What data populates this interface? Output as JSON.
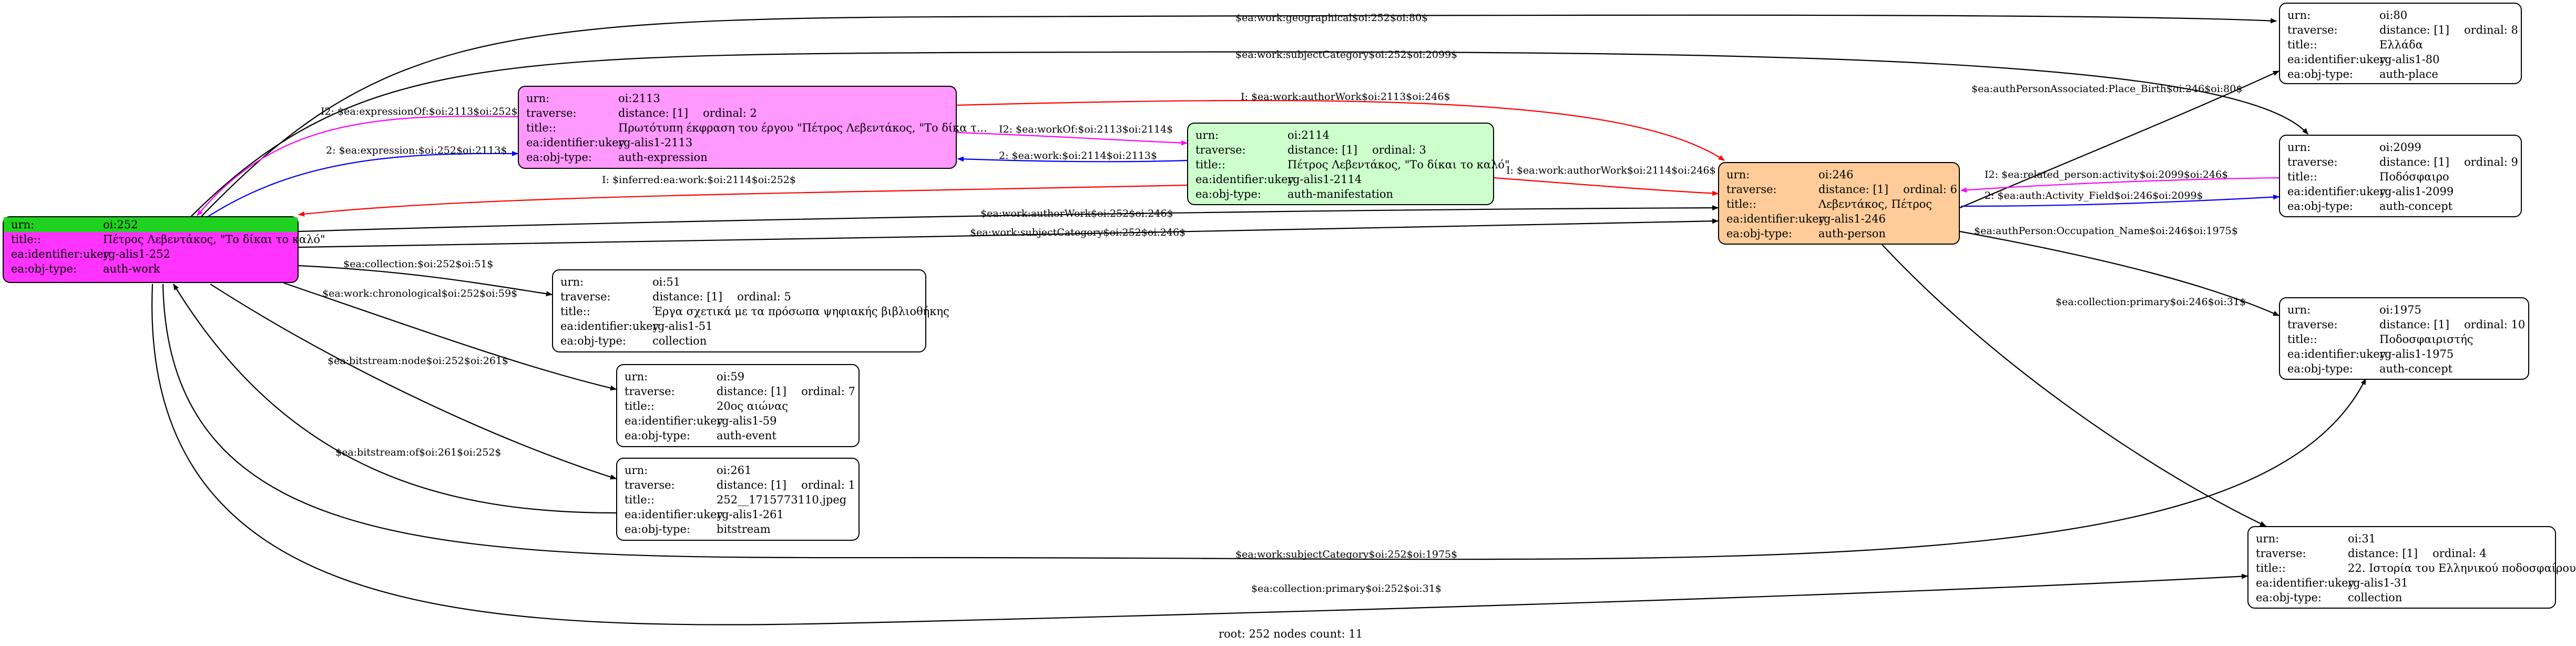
{
  "colors": {
    "root_fill": "#ff33ff",
    "root_header": "#1fd21f",
    "expression_fill": "#ff99ff",
    "manifestation_fill": "#ccffcc",
    "person_fill": "#ffcc99",
    "default_fill": "#ffffff",
    "edge_black": "#000000",
    "edge_red": "#ff0000",
    "edge_blue": "#0000ff",
    "edge_magenta": "#ff00ff"
  },
  "nodes": {
    "n252": {
      "urn_label": "urn:",
      "urn": "oi:252",
      "title_label": "title::",
      "title": "Πέτρος Λεβεντάκος, \"Το δίκαι το καλό\"",
      "ukey_label": "ea:identifier:ukey",
      "ukey": "rg-alis1-252",
      "type_label": "ea:obj-type:",
      "type": "auth-work"
    },
    "n2113": {
      "urn_label": "urn:",
      "urn": "oi:2113",
      "traverse_label": "traverse:",
      "distance": "distance: [1]",
      "ordinal": "ordinal: 2",
      "title_label": "title::",
      "title": "Πρωτότυπη έκφραση του έργου \"Πέτρος Λεβεντάκος, \"Το δίκα τ...",
      "ukey_label": "ea:identifier:ukey",
      "ukey": "rg-alis1-2113",
      "type_label": "ea:obj-type:",
      "type": "auth-expression"
    },
    "n2114": {
      "urn_label": "urn:",
      "urn": "oi:2114",
      "traverse_label": "traverse:",
      "distance": "distance: [1]",
      "ordinal": "ordinal: 3",
      "title_label": "title::",
      "title": "Πέτρος Λεβεντάκος, \"Το δίκαι το καλό\"",
      "ukey_label": "ea:identifier:ukey",
      "ukey": "rg-alis1-2114",
      "type_label": "ea:obj-type:",
      "type": "auth-manifestation"
    },
    "n246": {
      "urn_label": "urn:",
      "urn": "oi:246",
      "traverse_label": "traverse:",
      "distance": "distance: [1]",
      "ordinal": "ordinal: 6",
      "title_label": "title::",
      "title": "Λεβεντάκος, Πέτρος",
      "ukey_label": "ea:identifier:ukey",
      "ukey": "rg-alis1-246",
      "type_label": "ea:obj-type:",
      "type": "auth-person"
    },
    "n51": {
      "urn_label": "urn:",
      "urn": "oi:51",
      "traverse_label": "traverse:",
      "distance": "distance: [1]",
      "ordinal": "ordinal: 5",
      "title_label": "title::",
      "title": "Έργα σχετικά με τα πρόσωπα ψηφιακής βιβλιοθήκης",
      "ukey_label": "ea:identifier:ukey",
      "ukey": "rg-alis1-51",
      "type_label": "ea:obj-type:",
      "type": "collection"
    },
    "n59": {
      "urn_label": "urn:",
      "urn": "oi:59",
      "traverse_label": "traverse:",
      "distance": "distance: [1]",
      "ordinal": "ordinal: 7",
      "title_label": "title::",
      "title": "20ος αιώνας",
      "ukey_label": "ea:identifier:ukey",
      "ukey": "rg-alis1-59",
      "type_label": "ea:obj-type:",
      "type": "auth-event"
    },
    "n261": {
      "urn_label": "urn:",
      "urn": "oi:261",
      "traverse_label": "traverse:",
      "distance": "distance: [1]",
      "ordinal": "ordinal: 1",
      "title_label": "title::",
      "title": "252__1715773110.jpeg",
      "ukey_label": "ea:identifier:ukey",
      "ukey": "rg-alis1-261",
      "type_label": "ea:obj-type:",
      "type": "bitstream"
    },
    "n80": {
      "urn_label": "urn:",
      "urn": "oi:80",
      "traverse_label": "traverse:",
      "distance": "distance: [1]",
      "ordinal": "ordinal: 8",
      "title_label": "title::",
      "title": "Ελλάδα",
      "ukey_label": "ea:identifier:ukey",
      "ukey": "rg-alis1-80",
      "type_label": "ea:obj-type:",
      "type": "auth-place"
    },
    "n2099": {
      "urn_label": "urn:",
      "urn": "oi:2099",
      "traverse_label": "traverse:",
      "distance": "distance: [1]",
      "ordinal": "ordinal: 9",
      "title_label": "title::",
      "title": "Ποδόσφαιρο",
      "ukey_label": "ea:identifier:ukey",
      "ukey": "rg-alis1-2099",
      "type_label": "ea:obj-type:",
      "type": "auth-concept"
    },
    "n1975": {
      "urn_label": "urn:",
      "urn": "oi:1975",
      "traverse_label": "traverse:",
      "distance": "distance: [1]",
      "ordinal": "ordinal: 10",
      "title_label": "title::",
      "title": "Ποδοσφαιριστής",
      "ukey_label": "ea:identifier:ukey",
      "ukey": "rg-alis1-1975",
      "type_label": "ea:obj-type:",
      "type": "auth-concept"
    },
    "n31": {
      "urn_label": "urn:",
      "urn": "oi:31",
      "traverse_label": "traverse:",
      "distance": "distance: [1]",
      "ordinal": "ordinal: 4",
      "title_label": "title::",
      "title": "22. Ιστορία του Ελληνικού ποδοσφαίρου",
      "ukey_label": "ea:identifier:ukey",
      "ukey": "rg-alis1-31",
      "type_label": "ea:obj-type:",
      "type": "collection"
    }
  },
  "edges": [
    {
      "label": "$ea:work:geographical$oi:252$oi:80$",
      "color": "black"
    },
    {
      "label": "$ea:work:subjectCategory$oi:252$oi:2099$",
      "color": "black"
    },
    {
      "label": "I2: $ea:expressionOf:$oi:2113$oi:252$",
      "color": "magenta"
    },
    {
      "label": "2: $ea:expression:$oi:252$oi:2113$",
      "color": "blue"
    },
    {
      "label": "I: $ea:work:authorWork$oi:2113$oi:246$",
      "color": "red"
    },
    {
      "label": "I2: $ea:workOf:$oi:2113$oi:2114$",
      "color": "magenta"
    },
    {
      "label": "2: $ea:work:$oi:2114$oi:2113$",
      "color": "blue"
    },
    {
      "label": "I: $inferred:ea:work:$oi:2114$oi:252$",
      "color": "red"
    },
    {
      "label": "I: $ea:work:authorWork$oi:2114$oi:246$",
      "color": "red"
    },
    {
      "label": "$ea:work:authorWork$oi:252$oi:246$",
      "color": "black"
    },
    {
      "label": "$ea:work:subjectCategory$oi:252$oi:246$",
      "color": "black"
    },
    {
      "label": "$ea:collection:$oi:252$oi:51$",
      "color": "black"
    },
    {
      "label": "$ea:work:chronological$oi:252$oi:59$",
      "color": "black"
    },
    {
      "label": "$ea:bitstream:node$oi:252$oi:261$",
      "color": "black"
    },
    {
      "label": "$ea:bitstream:of$oi:261$oi:252$",
      "color": "black"
    },
    {
      "label": "$ea:authPersonAssociated:Place_Birth$oi:246$oi:80$",
      "color": "black"
    },
    {
      "label": "I2: $ea:related_person:activity$oi:2099$oi:246$",
      "color": "magenta"
    },
    {
      "label": "2: $ea:auth:Activity_Field$oi:246$oi:2099$",
      "color": "blue"
    },
    {
      "label": "$ea:authPerson:Occupation_Name$oi:246$oi:1975$",
      "color": "black"
    },
    {
      "label": "$ea:collection:primary$oi:246$oi:31$",
      "color": "black"
    },
    {
      "label": "$ea:work:subjectCategory$oi:252$oi:1975$",
      "color": "black"
    },
    {
      "label": "$ea:collection:primary$oi:252$oi:31$",
      "color": "black"
    }
  ],
  "footer": "root: 252 nodes count: 11"
}
